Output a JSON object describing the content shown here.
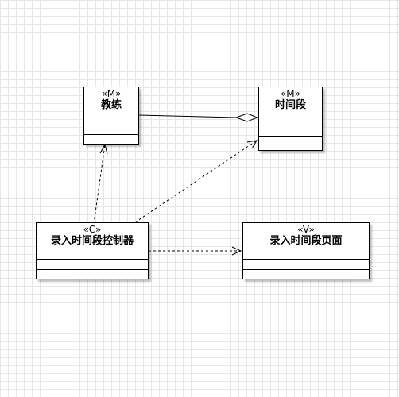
{
  "diagram": {
    "classes": [
      {
        "id": "coach",
        "stereotype": "«M»",
        "name": "教练"
      },
      {
        "id": "timeslot",
        "stereotype": "«M»",
        "name": "时间段"
      },
      {
        "id": "controller",
        "stereotype": "«C»",
        "name": "录入时间段控制器"
      },
      {
        "id": "page",
        "stereotype": "«V»",
        "name": "录入时间段页面"
      }
    ],
    "relations": [
      {
        "type": "aggregation",
        "from": "coach",
        "to": "timeslot"
      },
      {
        "type": "dependency",
        "from": "controller",
        "to": "coach"
      },
      {
        "type": "dependency",
        "from": "controller",
        "to": "timeslot"
      },
      {
        "type": "dependency",
        "from": "controller",
        "to": "page"
      }
    ]
  }
}
